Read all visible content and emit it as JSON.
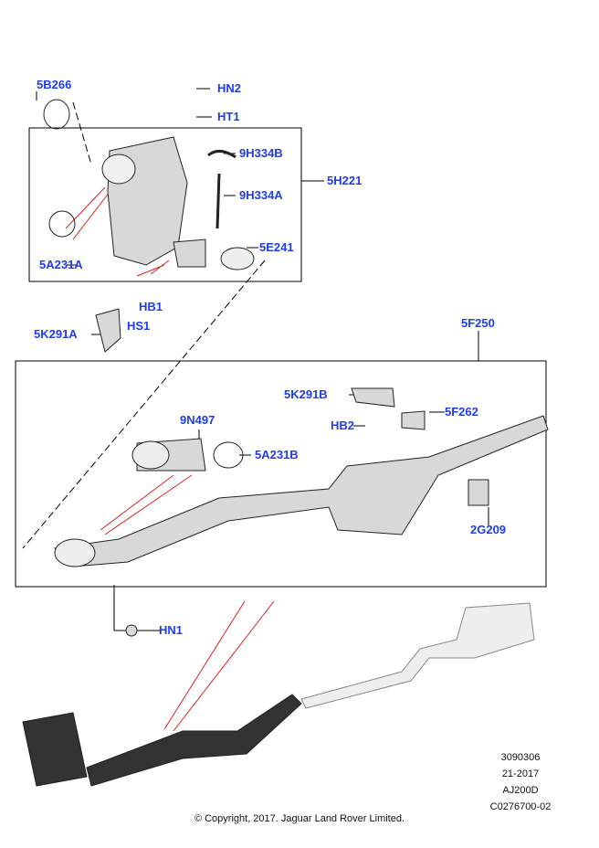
{
  "callouts": {
    "c5B266": "5B266",
    "HN2": "HN2",
    "HT1": "HT1",
    "c9H334B": "9H334B",
    "c9H334A": "9H334A",
    "c5H221": "5H221",
    "c5E241": "5E241",
    "c5A231A": "5A231A",
    "HB1": "HB1",
    "HS1": "HS1",
    "c5K291A": "5K291A",
    "c5F250": "5F250",
    "c5K291B": "5K291B",
    "c5F262": "5F262",
    "HB2": "HB2",
    "c9N497": "9N497",
    "c5A231B": "5A231B",
    "c2G209": "2G209",
    "HN1": "HN1"
  },
  "meta": {
    "line1": "3090306",
    "line2": "21-2017",
    "line3": "AJ200D",
    "line4": "C0276700-02"
  },
  "copyright": "© Copyright, 2017. Jaguar Land Rover Limited.",
  "colors": {
    "label": "#1e3cf0",
    "highlight": "#e02020"
  }
}
